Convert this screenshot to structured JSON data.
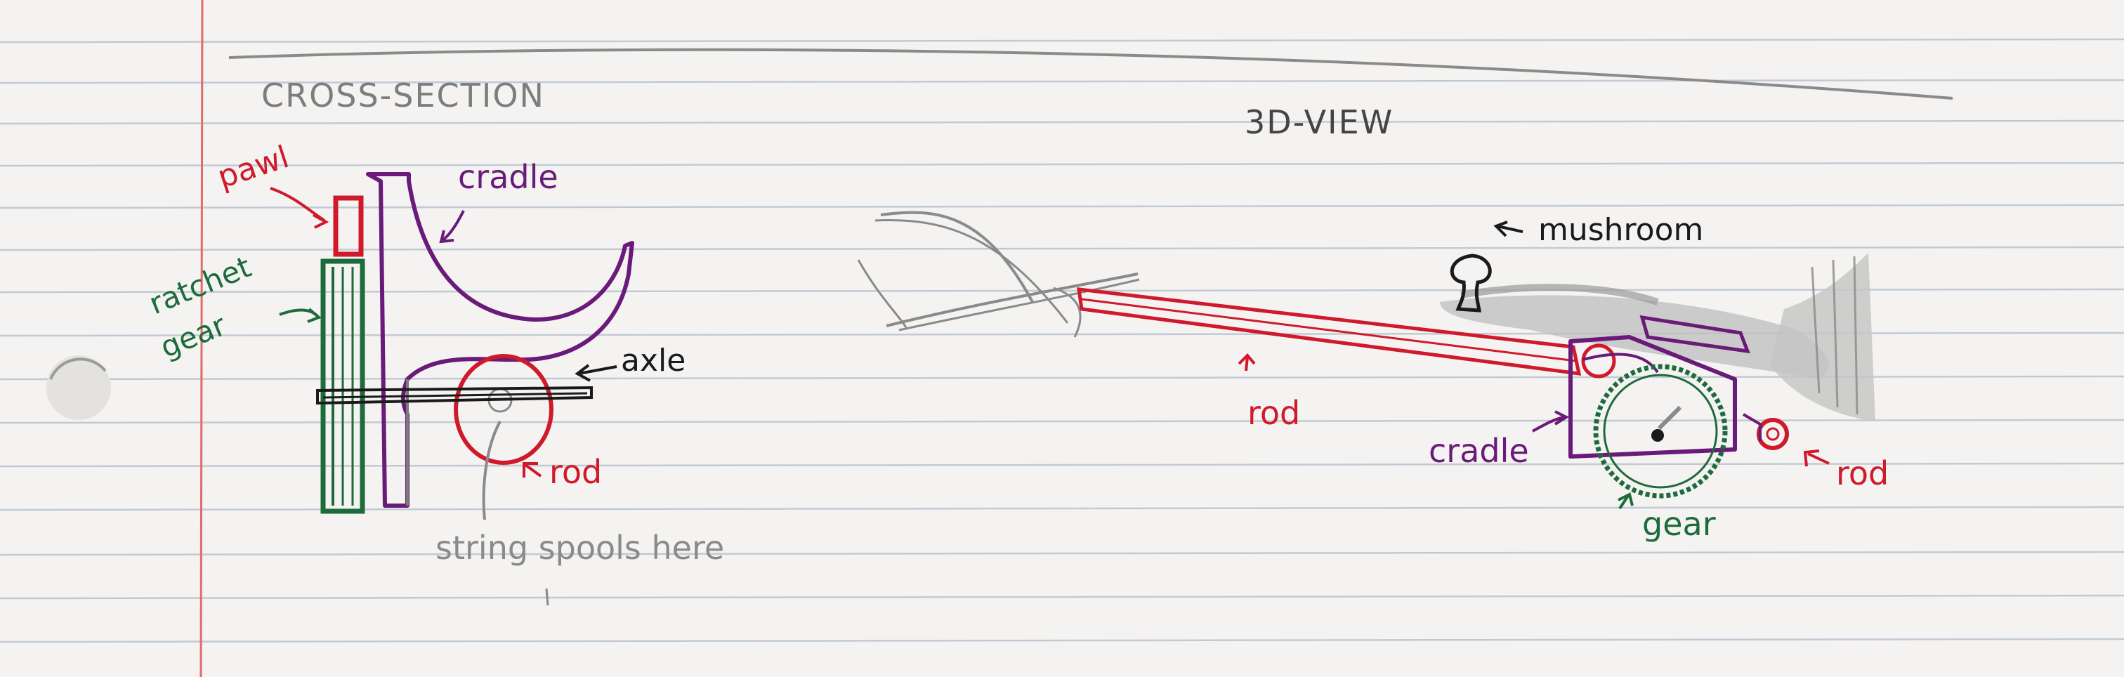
{
  "headings": {
    "cross_section": "CROSS-SECTION",
    "view_3d": "3D-VIEW"
  },
  "cross_section_labels": {
    "pawl": "pawl",
    "cradle": "cradle",
    "ratchet": "ratchet",
    "gear": "gear",
    "axle": "axle",
    "rod": "rod",
    "string_note": "string spools here"
  },
  "view_3d_labels": {
    "mushroom": "mushroom",
    "rod_long": "rod",
    "cradle": "cradle",
    "rod_end": "rod",
    "gear": "gear"
  },
  "colors": {
    "paper": "#f4f3f1",
    "rule_lines": "#b9c3d0",
    "margin_line": "#e26a6a",
    "pencil": "#8a8a8a",
    "red_marker": "#d0192b",
    "purple_marker": "#6a1a78",
    "green_marker": "#1d6b3a",
    "black_pen": "#1a1a1a"
  }
}
